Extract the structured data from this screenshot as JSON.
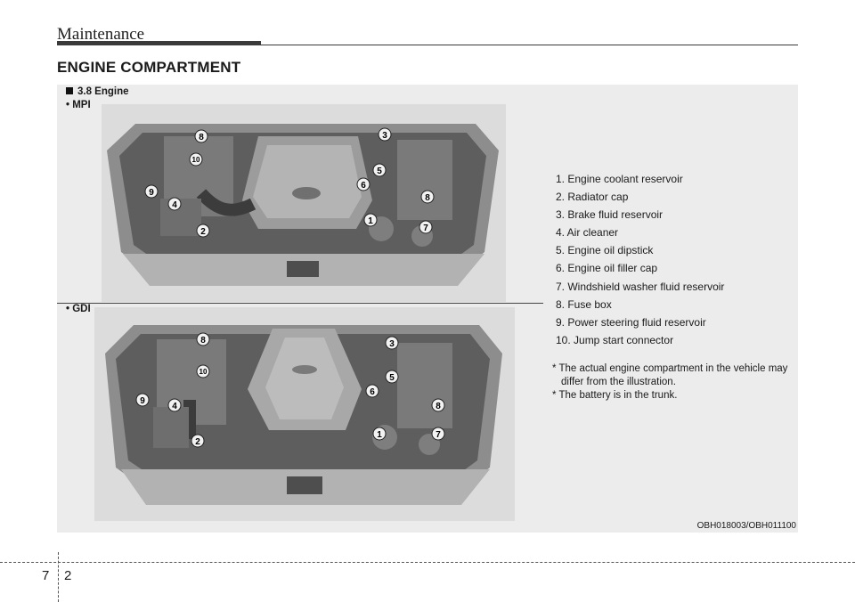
{
  "header": {
    "section": "Maintenance",
    "title": "ENGINE COMPARTMENT"
  },
  "engine": {
    "heading": "3.8 Engine",
    "variants": {
      "mpi": "• MPI",
      "gdi": "• GDI"
    },
    "callouts": [
      "1",
      "2",
      "3",
      "4",
      "5",
      "6",
      "7",
      "8",
      "9",
      "10"
    ]
  },
  "legend": [
    "1. Engine coolant reservoir",
    "2. Radiator cap",
    "3. Brake fluid reservoir",
    "4. Air cleaner",
    "5. Engine oil dipstick",
    "6. Engine oil filler cap",
    "7. Windshield washer fluid reservoir",
    "8. Fuse box",
    "9. Power steering fluid reservoir",
    "10. Jump start connector"
  ],
  "notes": [
    "* The actual engine compartment in the vehicle may differ from the illustration.",
    "* The battery is in the trunk."
  ],
  "figure_code": "OBH018003/OBH011100",
  "page": {
    "chapter": "7",
    "number": "2"
  }
}
